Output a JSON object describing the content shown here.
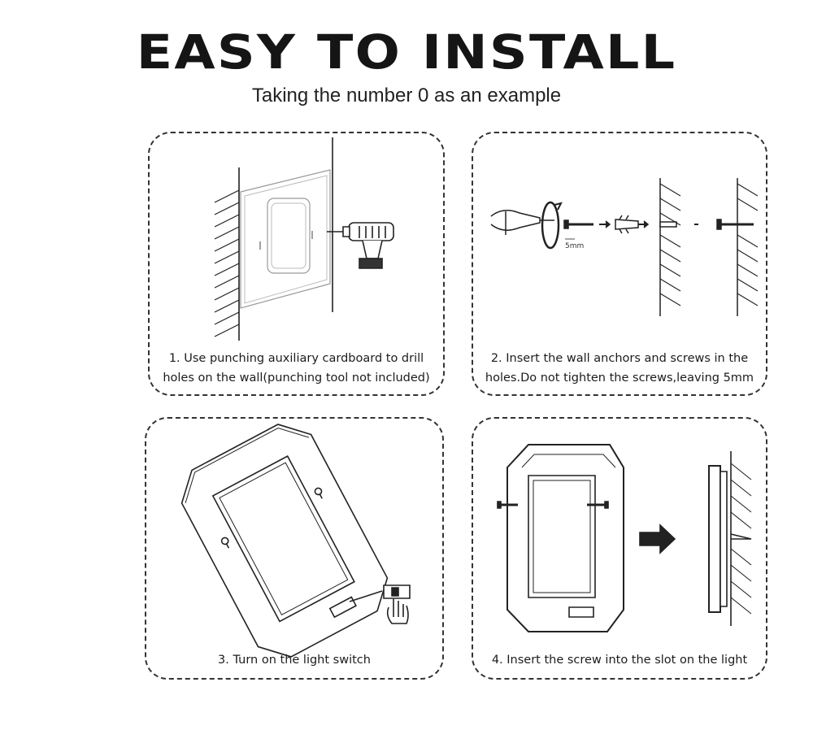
{
  "header": {
    "title": "EASY TO INSTALL",
    "subtitle": "Taking the number 0 as an example"
  },
  "steps": [
    {
      "caption_line1": "1. Use punching auxiliary cardboard to drill",
      "caption_line2": "holes on the wall(punching tool not included)"
    },
    {
      "caption_line1": "2. Insert the wall anchors and screws in the",
      "caption_line2": "holes.Do not tighten the screws,leaving 5mm",
      "dimension_label": "5mm"
    },
    {
      "caption_line1": "3. Turn on the light switch"
    },
    {
      "caption_line1": "4. Insert the screw into the slot on the light"
    }
  ],
  "colors": {
    "line": "#222222",
    "text": "#1a1a1a",
    "background": "#ffffff"
  }
}
